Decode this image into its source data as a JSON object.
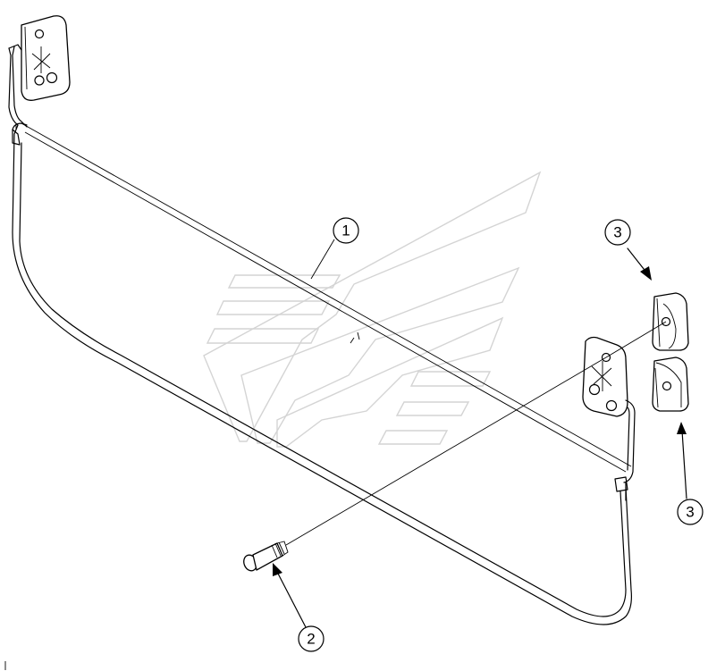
{
  "diagram": {
    "callouts": [
      {
        "id": "1",
        "label": "1"
      },
      {
        "id": "2",
        "label": "2"
      },
      {
        "id": "3a",
        "label": "3"
      },
      {
        "id": "3b",
        "label": "3"
      }
    ],
    "colors": {
      "line": "#000000",
      "background": "#ffffff",
      "watermark": "#d4d4d4"
    }
  }
}
